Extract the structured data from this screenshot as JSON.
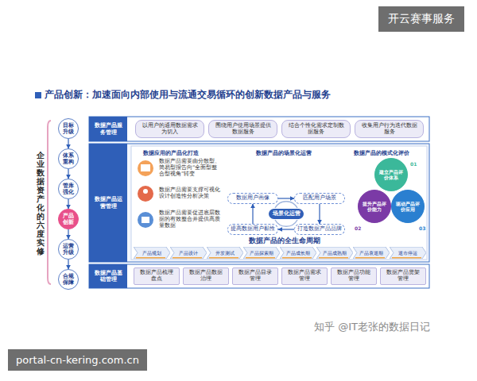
{
  "diagram": {
    "title": "产品创新：加速面向内部使用与流通交易循环的创新数据产品与服务",
    "nodes": [
      {
        "text": [
          "目标升级"
        ]
      },
      {
        "text": [
          "体系重构"
        ]
      },
      {
        "text": [
          "管库强化"
        ]
      },
      {
        "text": [
          "产品创新"
        ]
      },
      {
        "text": [
          "运营升级"
        ]
      },
      {
        "text": [
          "合规保障"
        ]
      },
      {
        "text": [
          "数据产品服务管理"
        ]
      },
      {
        "text": [
          "以用户的通用数据需求为切入"
        ]
      },
      {
        "text": [
          "围绕用户使用场景提供数据服务"
        ]
      },
      {
        "text": [
          "结合个性化需求定制数据服务"
        ]
      },
      {
        "text": [
          "收集用户行为迭代数据服务"
        ]
      },
      {
        "text": [
          "数据产品运营管理"
        ]
      },
      {
        "text": [
          "数据产品需要由分散型、简易型报告向“全面型整合型视角”转变"
        ]
      },
      {
        "text": [
          "数据产品需要支撑可视化设计创造性分析决策"
        ]
      },
      {
        "text": [
          "数据产品需要促进底层数据的有效整合并提供高质量数据"
        ]
      },
      {
        "text": [
          "数据用户画像"
        ]
      },
      {
        "text": [
          "匹配用户场景"
        ]
      },
      {
        "text": [
          "场景化运营"
        ]
      },
      {
        "text": [
          "提高数据用户黏性"
        ]
      },
      {
        "text": [
          "打造数据产品品牌"
        ]
      },
      {
        "text": [
          "建立产品评价体系"
        ]
      },
      {
        "text": [
          "提升产品评价能力"
        ]
      },
      {
        "text": [
          "驱动产品评价应用"
        ]
      },
      {
        "text": [
          "产品规划"
        ]
      },
      {
        "text": [
          "产品设计"
        ]
      },
      {
        "text": [
          "开发测试"
        ]
      },
      {
        "text": [
          "产品探索期"
        ]
      },
      {
        "text": [
          "产品成长期"
        ]
      },
      {
        "text": [
          "产品成熟期"
        ]
      },
      {
        "text": [
          "产品衰退期"
        ]
      },
      {
        "text": [
          "退市停运"
        ]
      },
      {
        "text": [
          "数据产品基础管理"
        ]
      },
      {
        "text": [
          "数据产品梳理盘点"
        ]
      },
      {
        "text": [
          "数据产品数据治理"
        ]
      },
      {
        "text": [
          "数据产品目录管理"
        ]
      },
      {
        "text": [
          "数据产品需求管理"
        ]
      },
      {
        "text": [
          "数据产品功能管理"
        ]
      },
      {
        "text": [
          "数据产品货架管理"
        ]
      }
    ],
    "edges": [
      {
        "from": 0,
        "to": 1,
        "arrow": "to"
      },
      {
        "from": 1,
        "to": 2,
        "arrow": "to"
      },
      {
        "from": 2,
        "to": 3,
        "arrow": "to"
      },
      {
        "from": 3,
        "to": 4,
        "arrow": "to"
      },
      {
        "from": 4,
        "to": 5,
        "arrow": "to"
      },
      {
        "from": 15,
        "to": 16,
        "arrow": "to"
      },
      {
        "from": 16,
        "to": 19,
        "arrow": "to"
      },
      {
        "from": 19,
        "to": 18,
        "arrow": "to"
      },
      {
        "from": 18,
        "to": 15,
        "arrow": "to"
      }
    ],
    "labels": [
      "企业数据资产化的六度实修",
      "数据应用的产品化打造",
      "数据产品的场景化运营",
      "数据产品的模式化评价",
      "01",
      "02",
      "03",
      "数据产品的全生命周期",
      "知乎 @IT老张的数据日记",
      "开云赛事服务",
      "portal-cn-kering.com.cn"
    ]
  }
}
